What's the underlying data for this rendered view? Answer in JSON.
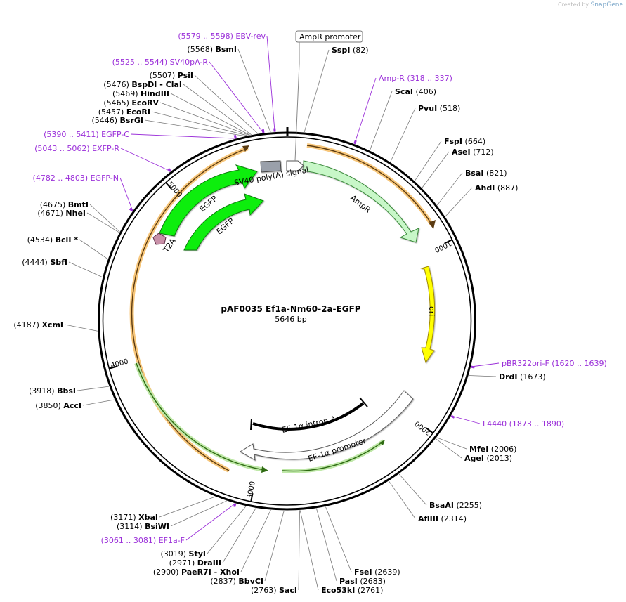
{
  "credit": {
    "created_by": "Created by",
    "brand": "SnapGene"
  },
  "plasmid": {
    "name": "pAF0035 Ef1a-Nm60-2a-EGFP",
    "size_label": "5646 bp",
    "length": 5646
  },
  "ticks": [
    {
      "bp": 1000,
      "label": "1000"
    },
    {
      "bp": 2000,
      "label": "2000"
    },
    {
      "bp": 3000,
      "label": "3000"
    },
    {
      "bp": 4000,
      "label": "4000"
    },
    {
      "bp": 5000,
      "label": "5000"
    }
  ],
  "enzymes": [
    {
      "name": "SspI",
      "pos": "(82)",
      "bp": 82,
      "side": "R"
    },
    {
      "name": "ScaI",
      "pos": "(406)",
      "bp": 406,
      "side": "R"
    },
    {
      "name": "PvuI",
      "pos": "(518)",
      "bp": 518,
      "side": "R"
    },
    {
      "name": "FspI",
      "pos": "(664)",
      "bp": 664,
      "side": "R"
    },
    {
      "name": "AseI",
      "pos": "(712)",
      "bp": 712,
      "side": "R"
    },
    {
      "name": "BsaI",
      "pos": "(821)",
      "bp": 821,
      "side": "R"
    },
    {
      "name": "AhdI",
      "pos": "(887)",
      "bp": 887,
      "side": "R"
    },
    {
      "name": "DrdI",
      "pos": "(1673)",
      "bp": 1673,
      "side": "R"
    },
    {
      "name": "MfeI",
      "pos": "(2006)",
      "bp": 2006,
      "side": "R"
    },
    {
      "name": "AgeI",
      "pos": "(2013)",
      "bp": 2013,
      "side": "R"
    },
    {
      "name": "BsaAI",
      "pos": "(2255)",
      "bp": 2255,
      "side": "R"
    },
    {
      "name": "AflIII",
      "pos": "(2314)",
      "bp": 2314,
      "side": "R"
    },
    {
      "name": "FseI",
      "pos": "(2639)",
      "bp": 2639,
      "side": "R"
    },
    {
      "name": "PasI",
      "pos": "(2683)",
      "bp": 2683,
      "side": "R"
    },
    {
      "name": "Eco53kI",
      "pos": "(2761)",
      "bp": 2761,
      "side": "R"
    },
    {
      "name": "SacI",
      "pos": "(2763)",
      "bp": 2763,
      "side": "L"
    },
    {
      "name": "BbvCI",
      "pos": "(2837)",
      "bp": 2837,
      "side": "L"
    },
    {
      "name": "PaeR7I",
      "name2": " - XhoI",
      "pos": "(2900)",
      "bp": 2900,
      "side": "L"
    },
    {
      "name": "DraIII",
      "pos": "(2971)",
      "bp": 2971,
      "side": "L"
    },
    {
      "name": "StyI",
      "pos": "(3019)",
      "bp": 3019,
      "side": "L"
    },
    {
      "name": "BsiWI",
      "pos": "(3114)",
      "bp": 3114,
      "side": "L"
    },
    {
      "name": "XbaI",
      "pos": "(3171)",
      "bp": 3171,
      "side": "L"
    },
    {
      "name": "AccI",
      "pos": "(3850)",
      "bp": 3850,
      "side": "L"
    },
    {
      "name": "BbsI",
      "pos": "(3918)",
      "bp": 3918,
      "side": "L"
    },
    {
      "name": "XcmI",
      "pos": "(4187)",
      "bp": 4187,
      "side": "L"
    },
    {
      "name": "SbfI",
      "pos": "(4444)",
      "bp": 4444,
      "side": "L"
    },
    {
      "name": "BclI *",
      "pos": "(4534)",
      "bp": 4534,
      "side": "L"
    },
    {
      "name": "NheI",
      "pos": "(4671)",
      "bp": 4671,
      "side": "L"
    },
    {
      "name": "BmtI",
      "pos": "(4675)",
      "bp": 4675,
      "side": "L"
    },
    {
      "name": "BsrGI",
      "pos": "(5446)",
      "bp": 5446,
      "side": "L"
    },
    {
      "name": "EcoRI",
      "pos": "(5457)",
      "bp": 5457,
      "side": "L"
    },
    {
      "name": "EcoRV",
      "pos": "(5465)",
      "bp": 5465,
      "side": "L"
    },
    {
      "name": "HindIII",
      "pos": "(5469)",
      "bp": 5469,
      "side": "L"
    },
    {
      "name": "BspDI",
      "name2": " - ClaI",
      "pos": "(5476)",
      "bp": 5476,
      "side": "L"
    },
    {
      "name": "PsiI",
      "pos": "(5507)",
      "bp": 5507,
      "side": "L"
    },
    {
      "name": "BsmI",
      "pos": "(5568)",
      "bp": 5568,
      "side": "L"
    }
  ],
  "primers": [
    {
      "name": "Amp-R",
      "range": "(318 .. 337)",
      "bp": 327,
      "side": "R"
    },
    {
      "name": "pBR322ori-F",
      "range": "(1620 .. 1639)",
      "bp": 1630,
      "side": "R"
    },
    {
      "name": "L4440",
      "range": "(1873 .. 1890)",
      "bp": 1882,
      "side": "R"
    },
    {
      "name": "EF1a-F",
      "range": "(3061 .. 3081)",
      "bp": 3071,
      "side": "L"
    },
    {
      "name": "EGFP-N",
      "range": "(4782 .. 4803)",
      "bp": 4792,
      "side": "L"
    },
    {
      "name": "EXFP-R",
      "range": "(5043 .. 5062)",
      "bp": 5052,
      "side": "L"
    },
    {
      "name": "EGFP-C",
      "range": "(5390 .. 5411)",
      "bp": 5400,
      "side": "L"
    },
    {
      "name": "SV40pA-R",
      "range": "(5525 .. 5544)",
      "bp": 5534,
      "side": "L"
    },
    {
      "name": "EBV-rev",
      "range": "(5579 .. 5598)",
      "bp": 5588,
      "side": "L"
    }
  ],
  "promoter_label": "AmpR promoter",
  "features": [
    {
      "name": "AmpR",
      "color": "#c8f7c8",
      "start": 150,
      "end": 1010
    },
    {
      "name": "ori",
      "color": "#ffff00",
      "start": 1200,
      "end": 1790
    },
    {
      "name": "EF-1α promoter",
      "color": "#ffffff"
    },
    {
      "name": "EF-1α intron A",
      "color": "#000000"
    },
    {
      "name": "EGFP",
      "color": "#11ee11"
    },
    {
      "name": "EGFP",
      "color": "#11ee11"
    },
    {
      "name": "T2A",
      "color": "#c890a8"
    },
    {
      "name": "SV40 poly(A) signal",
      "color": "#9aa0aa"
    }
  ],
  "colors": {
    "primer": "#9b30d9",
    "orf": "#f5a623",
    "orf_green": "#3aa820",
    "backbone": "#000000"
  }
}
